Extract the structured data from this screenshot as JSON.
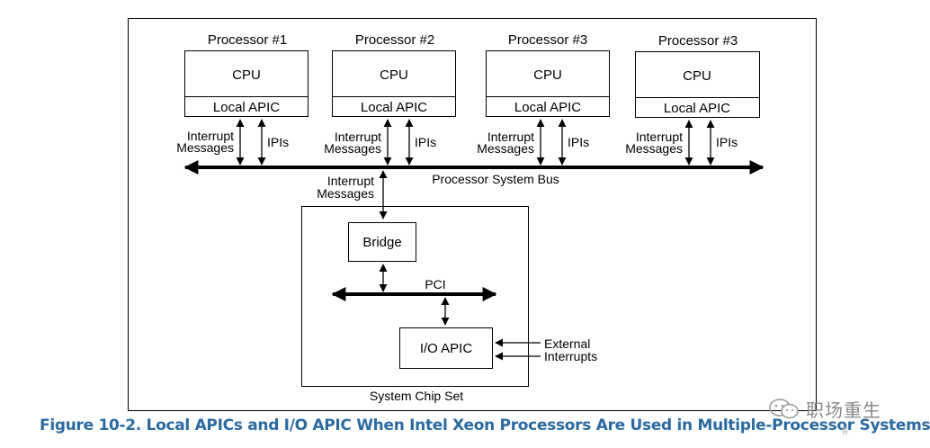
{
  "processors": [
    {
      "title": "Processor #1",
      "cpu": "CPU",
      "apic": "Local APIC"
    },
    {
      "title": "Processor #2",
      "cpu": "CPU",
      "apic": "Local APIC"
    },
    {
      "title": "Processor #3",
      "cpu": "CPU",
      "apic": "Local APIC"
    },
    {
      "title": "Processor #3",
      "cpu": "CPU",
      "apic": "Local APIC"
    }
  ],
  "links": {
    "interrupt_line1": "Interrupt",
    "interrupt_line2": "Messages",
    "ipis": "IPIs"
  },
  "bus": {
    "label": "Processor System Bus"
  },
  "chipset": {
    "interrupt_line1": "Interrupt",
    "interrupt_line2": "Messages",
    "bridge": "Bridge",
    "pci": "PCI",
    "ioapic": "I/O APIC",
    "external_line1": "External",
    "external_line2": "Interrupts",
    "label": "System Chip Set"
  },
  "caption": "Figure 10-2.  Local APICs and I/O APIC When Intel Xeon Processors Are Used in Multiple-Processor Systems",
  "watermark": {
    "name": "职场重生",
    "sub": "客"
  },
  "colors": {
    "caption": "#2a6aa0",
    "lines": "#000000",
    "watermark": "#8a8a8a"
  }
}
